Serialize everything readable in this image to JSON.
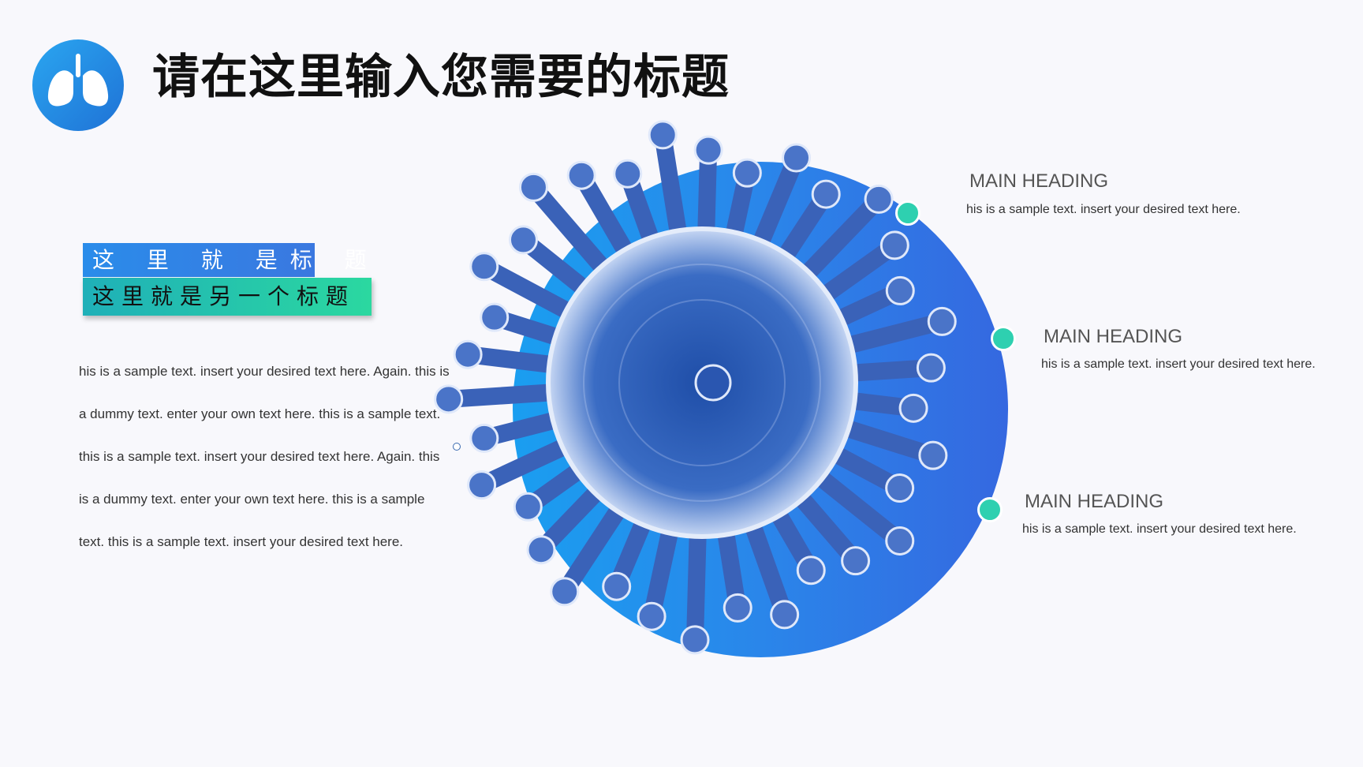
{
  "slide": {
    "title": "请在这里输入您需要的标题",
    "subtitle_1": "这 里 就 是标 题",
    "subtitle_2": "这里就是另一个标题",
    "body_text": "his is a sample text. insert your desired text here. Again. this is a dummy text. enter your own text here. this is a sample text. this is a sample text. insert your desired text here. Again. this is a dummy text. enter your own text here. this is a sample text. this is a sample text. insert your desired text here.",
    "logo_icon": "lungs-icon",
    "center_image": "virus-image"
  },
  "headings": [
    {
      "title": "MAIN HEADING",
      "text": "his is a sample text. insert your desired text here."
    },
    {
      "title": "MAIN HEADING",
      "text": "his is a sample text. insert your desired text here."
    },
    {
      "title": "MAIN HEADING",
      "text": "his is a sample text. insert your desired text here."
    }
  ],
  "colors": {
    "accent_blue": "#2a86ea",
    "accent_teal": "#2ed0b0",
    "virus_blue": "#2e5fb8"
  }
}
